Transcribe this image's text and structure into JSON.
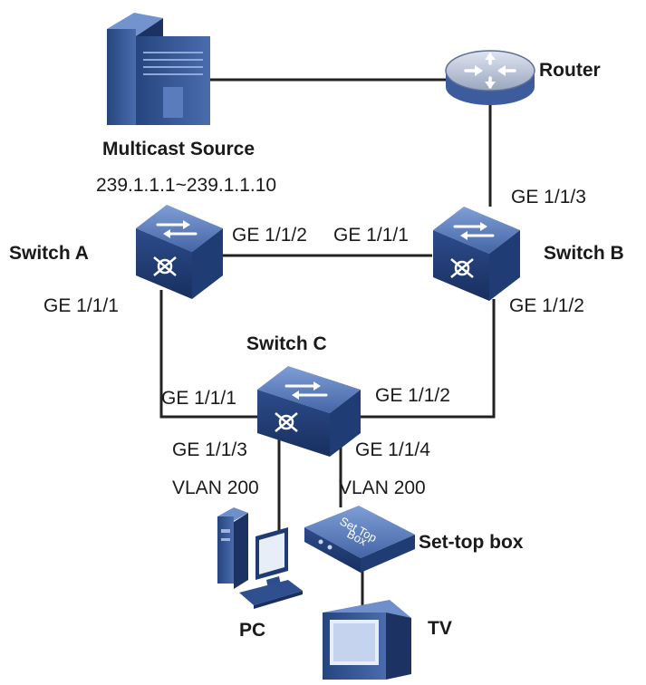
{
  "nodes": {
    "multicast_source": {
      "name": "Multicast Source",
      "group_range": "239.1.1.1~239.1.1.10"
    },
    "router": {
      "name": "Router"
    },
    "switch_a": {
      "name": "Switch A",
      "ports": {
        "to_b": "GE 1/1/2",
        "to_c": "GE 1/1/1"
      }
    },
    "switch_b": {
      "name": "Switch B",
      "ports": {
        "to_a": "GE 1/1/1",
        "to_router": "GE 1/1/3",
        "to_c": "GE 1/1/2"
      }
    },
    "switch_c": {
      "name": "Switch C",
      "ports": {
        "to_a": "GE 1/1/1",
        "to_b": "GE 1/1/2",
        "to_pc": "GE 1/1/3",
        "to_stb": "GE 1/1/4"
      },
      "vlans": {
        "pc": "VLAN 200",
        "stb": "VLAN 200"
      }
    },
    "pc": {
      "name": "PC"
    },
    "set_top_box": {
      "name": "Set-top box",
      "face_text": [
        "Set Top",
        "Box"
      ]
    },
    "tv": {
      "name": "TV"
    }
  },
  "colors": {
    "device_blue": "#2f4f8f",
    "device_top": "#5e7fbe",
    "device_dark": "#1d3566",
    "router_face": "#b9c2d6",
    "wire": "#222222"
  }
}
